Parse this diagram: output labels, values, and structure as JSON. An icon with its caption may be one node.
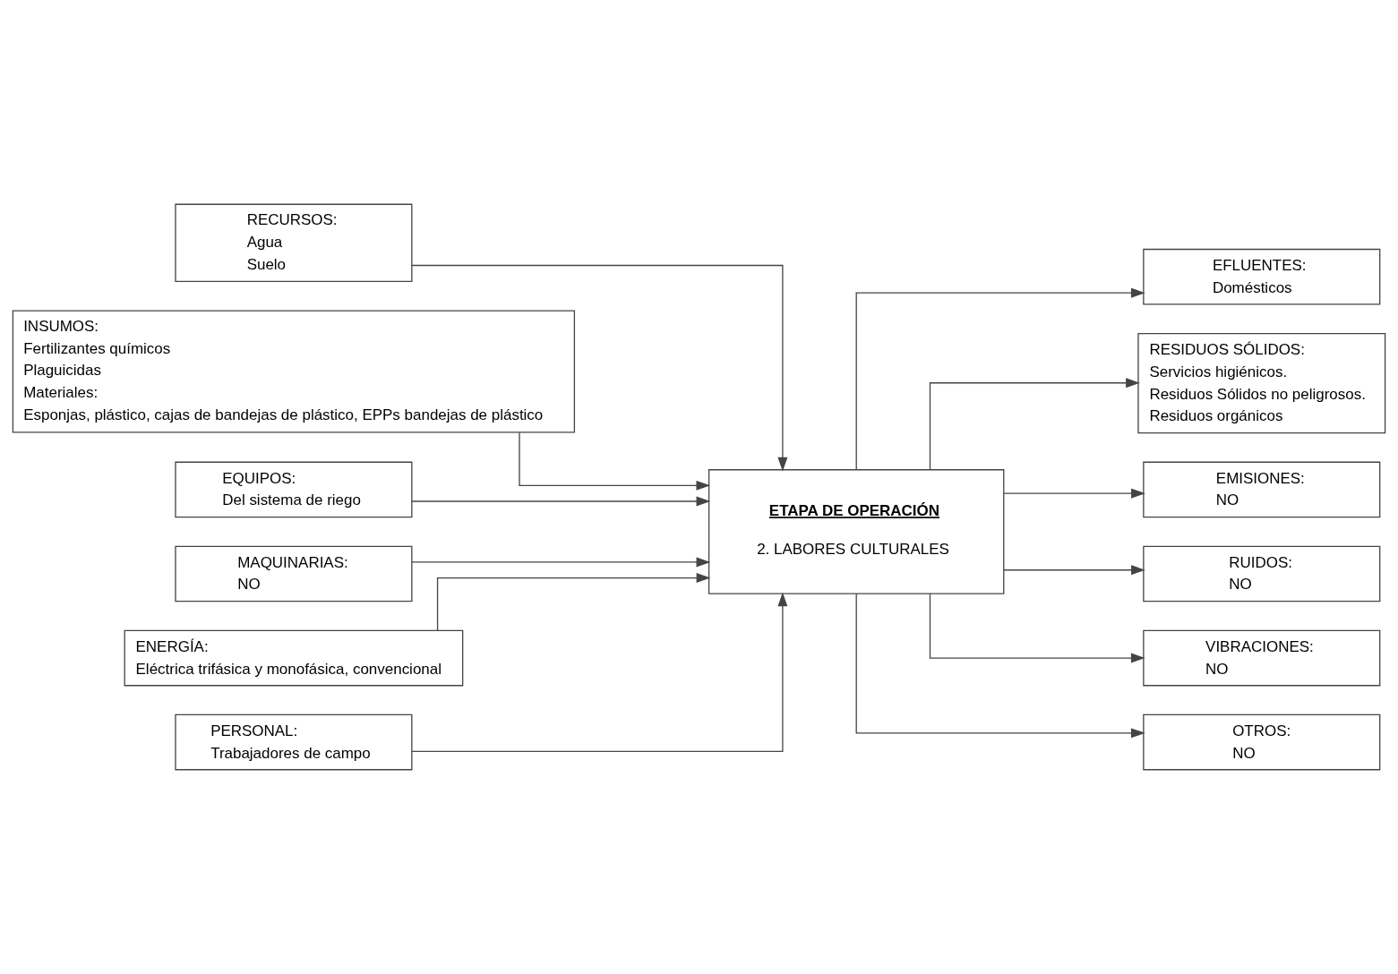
{
  "diagram": {
    "nodes": [
      {
        "text": [
          "RECURSOS:",
          "Agua",
          "Suelo"
        ]
      },
      {
        "text": [
          "INSUMOS:",
          "Fertilizantes químicos",
          "Plaguicidas",
          "Materiales:",
          "Esponjas, plástico, cajas de bandejas de plástico, EPPs bandejas de plástico"
        ]
      },
      {
        "text": [
          "EQUIPOS:",
          "Del sistema de riego"
        ]
      },
      {
        "text": [
          "MAQUINARIAS:",
          "NO"
        ]
      },
      {
        "text": [
          "ENERGÍA:",
          "Eléctrica trifásica y monofásica, convencional"
        ]
      },
      {
        "text": [
          "PERSONAL:",
          "Trabajadores de campo"
        ]
      },
      {
        "text": [
          "ETAPA DE OPERACIÓN",
          "2. LABORES CULTURALES"
        ]
      },
      {
        "text": [
          "EFLUENTES:",
          "Domésticos"
        ]
      },
      {
        "text": [
          "RESIDUOS SÓLIDOS:",
          "Servicios higiénicos.",
          "Residuos Sólidos no peligrosos.",
          "Residuos orgánicos"
        ]
      },
      {
        "text": [
          "EMISIONES:",
          "NO"
        ]
      },
      {
        "text": [
          "RUIDOS:",
          "NO"
        ]
      },
      {
        "text": [
          "VIBRACIONES:",
          "NO"
        ]
      },
      {
        "text": [
          "OTROS:",
          "NO"
        ]
      }
    ],
    "edges": [
      {
        "from": 0,
        "to": 6,
        "arrow": "to"
      },
      {
        "from": 1,
        "to": 6,
        "arrow": "to"
      },
      {
        "from": 2,
        "to": 6,
        "arrow": "to"
      },
      {
        "from": 3,
        "to": 6,
        "arrow": "to"
      },
      {
        "from": 4,
        "to": 6,
        "arrow": "to"
      },
      {
        "from": 5,
        "to": 6,
        "arrow": "to"
      },
      {
        "from": 6,
        "to": 7,
        "arrow": "to"
      },
      {
        "from": 6,
        "to": 8,
        "arrow": "to"
      },
      {
        "from": 6,
        "to": 9,
        "arrow": "to"
      },
      {
        "from": 6,
        "to": 10,
        "arrow": "to"
      },
      {
        "from": 6,
        "to": 11,
        "arrow": "to"
      },
      {
        "from": 6,
        "to": 12,
        "arrow": "to"
      }
    ]
  }
}
